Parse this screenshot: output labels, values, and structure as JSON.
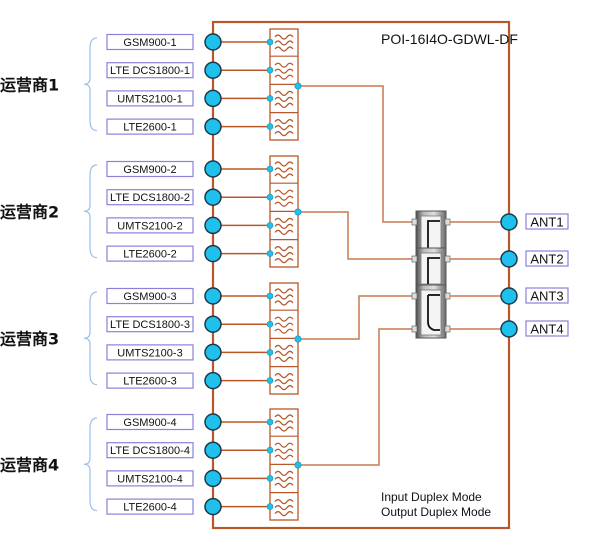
{
  "model": "POI-16I4O-GDWL-DF",
  "modes": [
    "Input Duplex Mode",
    "Output Duplex Mode"
  ],
  "operators": [
    {
      "label": "运营商1",
      "ports": [
        "GSM900-1",
        "LTE DCS1800-1",
        "UMTS2100-1",
        "LTE2600-1"
      ]
    },
    {
      "label": "运营商2",
      "ports": [
        "GSM900-2",
        "LTE DCS1800-2",
        "UMTS2100-2",
        "LTE2600-2"
      ]
    },
    {
      "label": "运营商3",
      "ports": [
        "GSM900-3",
        "LTE DCS1800-3",
        "UMTS2100-3",
        "LTE2600-3"
      ]
    },
    {
      "label": "运营商4",
      "ports": [
        "GSM900-4",
        "LTE DCS1800-4",
        "UMTS2100-4",
        "LTE2600-4"
      ]
    }
  ],
  "antennas": [
    "ANT1",
    "ANT2",
    "ANT3",
    "ANT4"
  ],
  "colors": {
    "line": "#b8582a",
    "trace": "#c87a50",
    "port_fill": "#1fc0ec",
    "port_stroke": "#1a3a4a",
    "label_border": "#8c80d8",
    "brace": "#9cc0e8",
    "hybrid_body": "#8a8a8a"
  }
}
